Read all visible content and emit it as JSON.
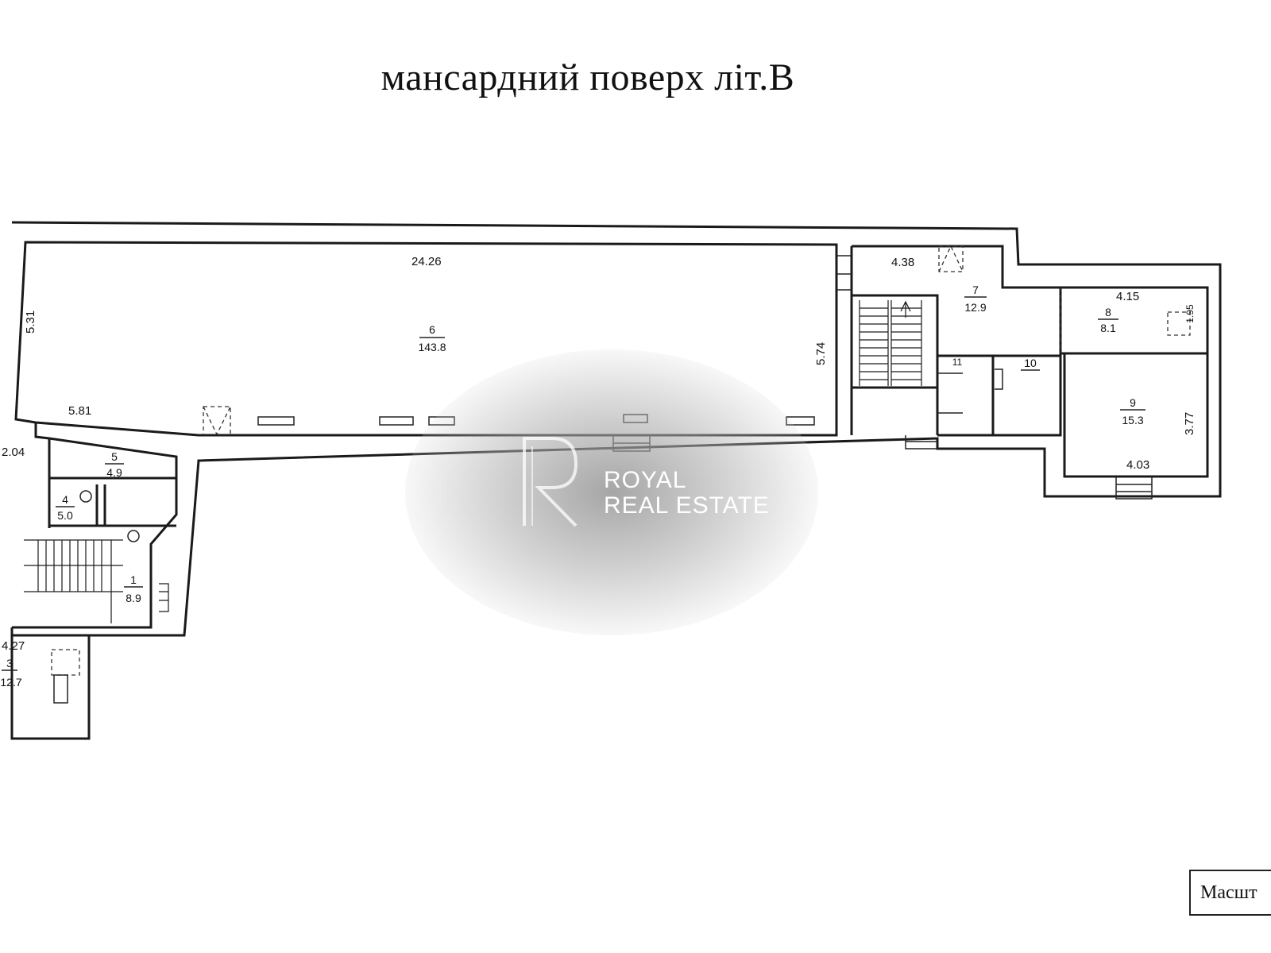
{
  "title": "мансардний поверх літ.В",
  "watermark": {
    "line1": "ROYAL",
    "line2": "REAL ESTATE"
  },
  "scale_label": "Масшт",
  "dimensions": {
    "d_24_26": "24.26",
    "d_5_31": "5.31",
    "d_5_74": "5.74",
    "d_5_81": "5.81",
    "d_2_04": "2.04",
    "d_4_38": "4.38",
    "d_4_15": "4.15",
    "d_1_95": "1.95",
    "d_3_77": "3.77",
    "d_4_03": "4.03",
    "d_4_27": "4.27"
  },
  "rooms": [
    {
      "number": "1",
      "area": "8.9"
    },
    {
      "number": "3",
      "area": "12.7"
    },
    {
      "number": "4",
      "area": "5.0"
    },
    {
      "number": "5",
      "area": "4.9"
    },
    {
      "number": "6",
      "area": "143.8"
    },
    {
      "number": "7",
      "area": "12.9"
    },
    {
      "number": "8",
      "area": "8.1"
    },
    {
      "number": "9",
      "area": "15.3"
    },
    {
      "number": "10",
      "area": ""
    },
    {
      "number": "11",
      "area": ""
    }
  ]
}
